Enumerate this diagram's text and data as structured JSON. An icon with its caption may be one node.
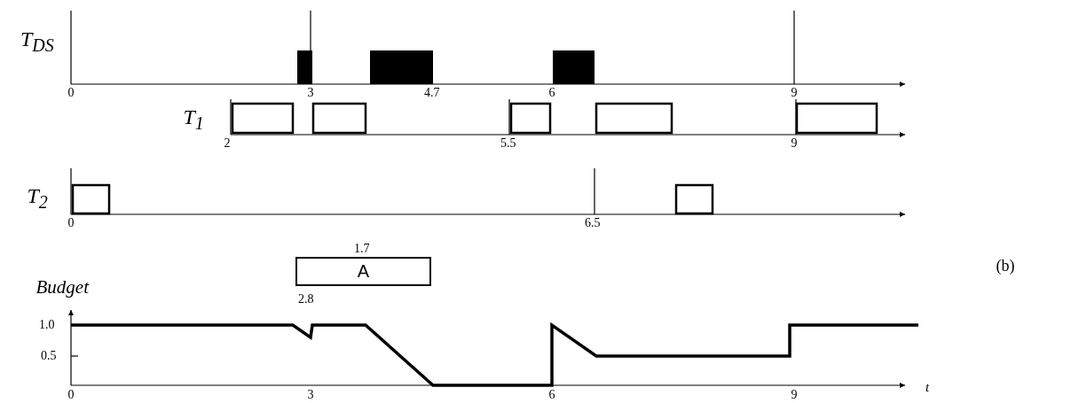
{
  "diagram": {
    "nodes": [
      {
        "text": [
          "A"
        ],
        "beside": [
          "1.7",
          "2.8"
        ]
      }
    ],
    "labels": [
      "T$_{DS}$",
      "0",
      "3",
      "4.7",
      "6",
      "9",
      "T$_{1}$",
      "2",
      "5.5",
      "9",
      "T$_{2}$",
      "0",
      "6.5",
      "(b)",
      "Budget",
      "1.0",
      "0.5",
      "0",
      "3",
      "6",
      "9",
      "t"
    ]
  }
}
